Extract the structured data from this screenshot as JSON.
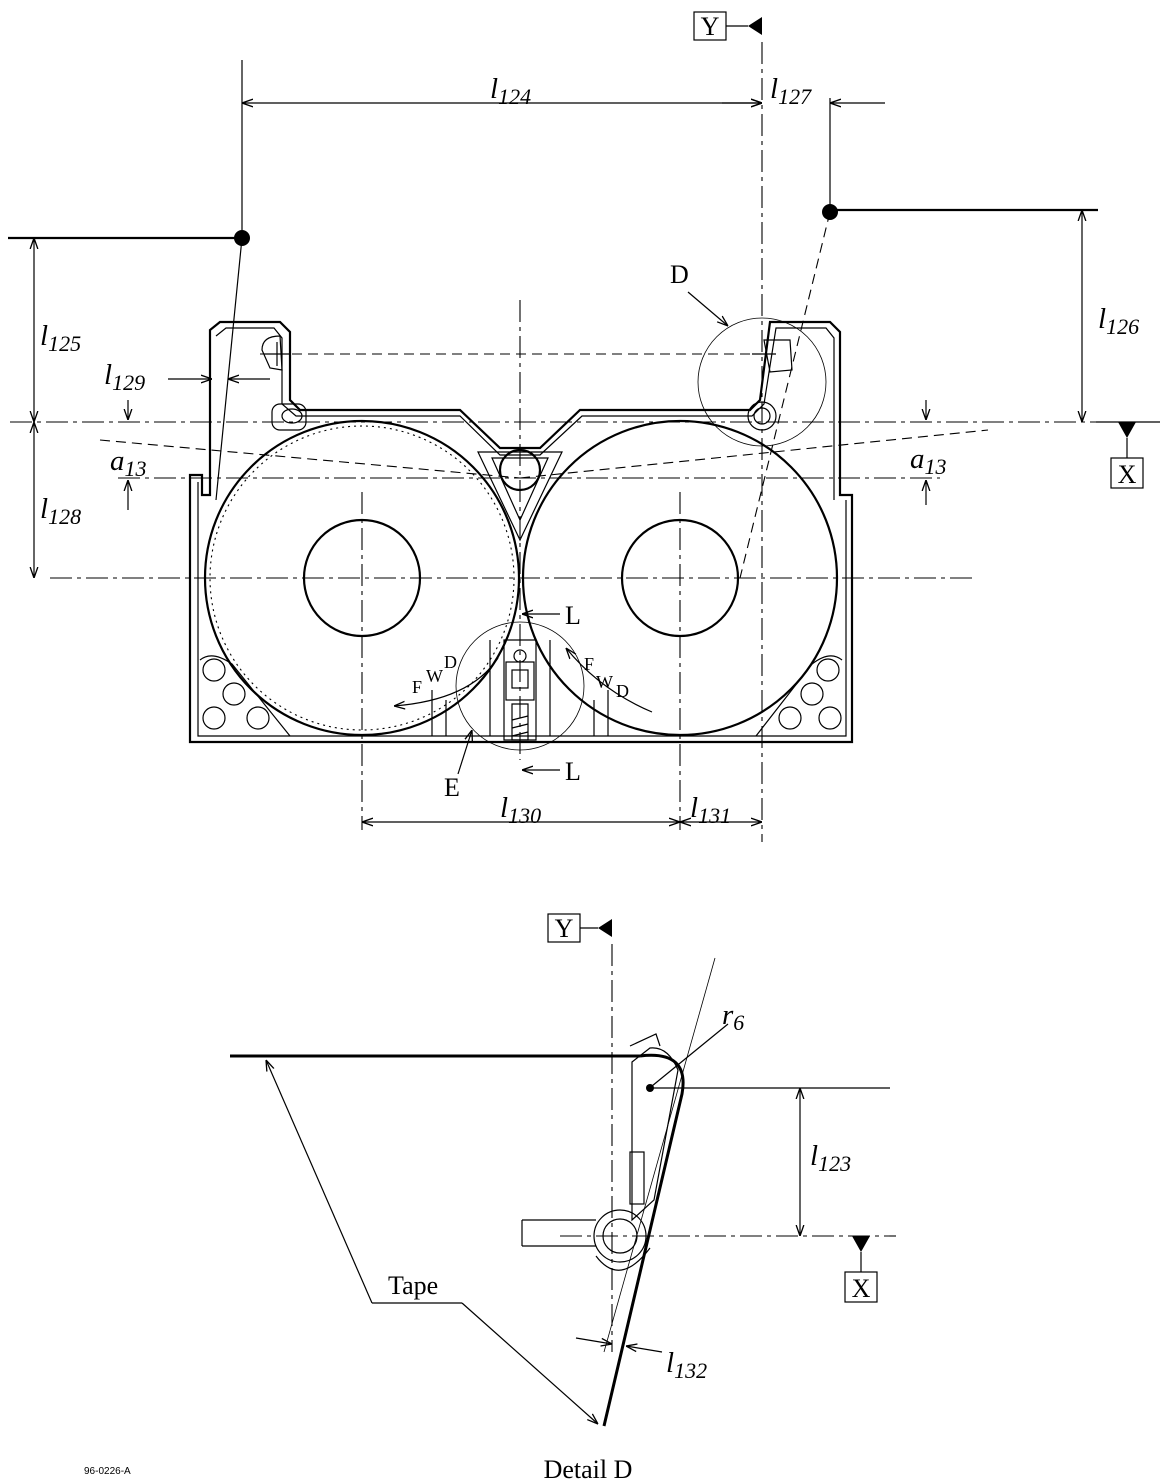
{
  "datum": {
    "y": "Y",
    "x": "X"
  },
  "labels": {
    "l": "l",
    "a": "a",
    "r": "r",
    "sub_124": "124",
    "sub_127": "127",
    "sub_125": "125",
    "sub_126": "126",
    "sub_129": "129",
    "sub_128": "128",
    "sub_13": "13",
    "sub_130": "130",
    "sub_131": "131",
    "sub_123": "123",
    "sub_132": "132",
    "sub_6": "6",
    "detail_marker": "D",
    "section_l": "L",
    "view_e": "E",
    "f": "F",
    "w": "W",
    "d": "D",
    "tape": "Tape"
  },
  "caption": "Detail D",
  "figure_id": "96-0226-A"
}
